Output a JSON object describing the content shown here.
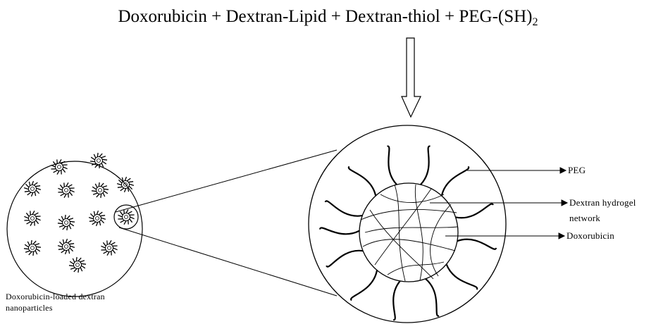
{
  "title": {
    "text": "Doxorubicin + Dextran-Lipid + Dextran-thiol + PEG-(SH)",
    "subscript": "2"
  },
  "labels": {
    "peg": "PEG",
    "dextran_line1": "Dextran hydrogel",
    "dextran_line2": "network",
    "doxorubicin": "Doxorubicin",
    "caption_line1": "Doxorubicin-loaded dextran",
    "caption_line2": "nanoparticles"
  },
  "colors": {
    "stroke": "#000000",
    "background": "#ffffff"
  }
}
